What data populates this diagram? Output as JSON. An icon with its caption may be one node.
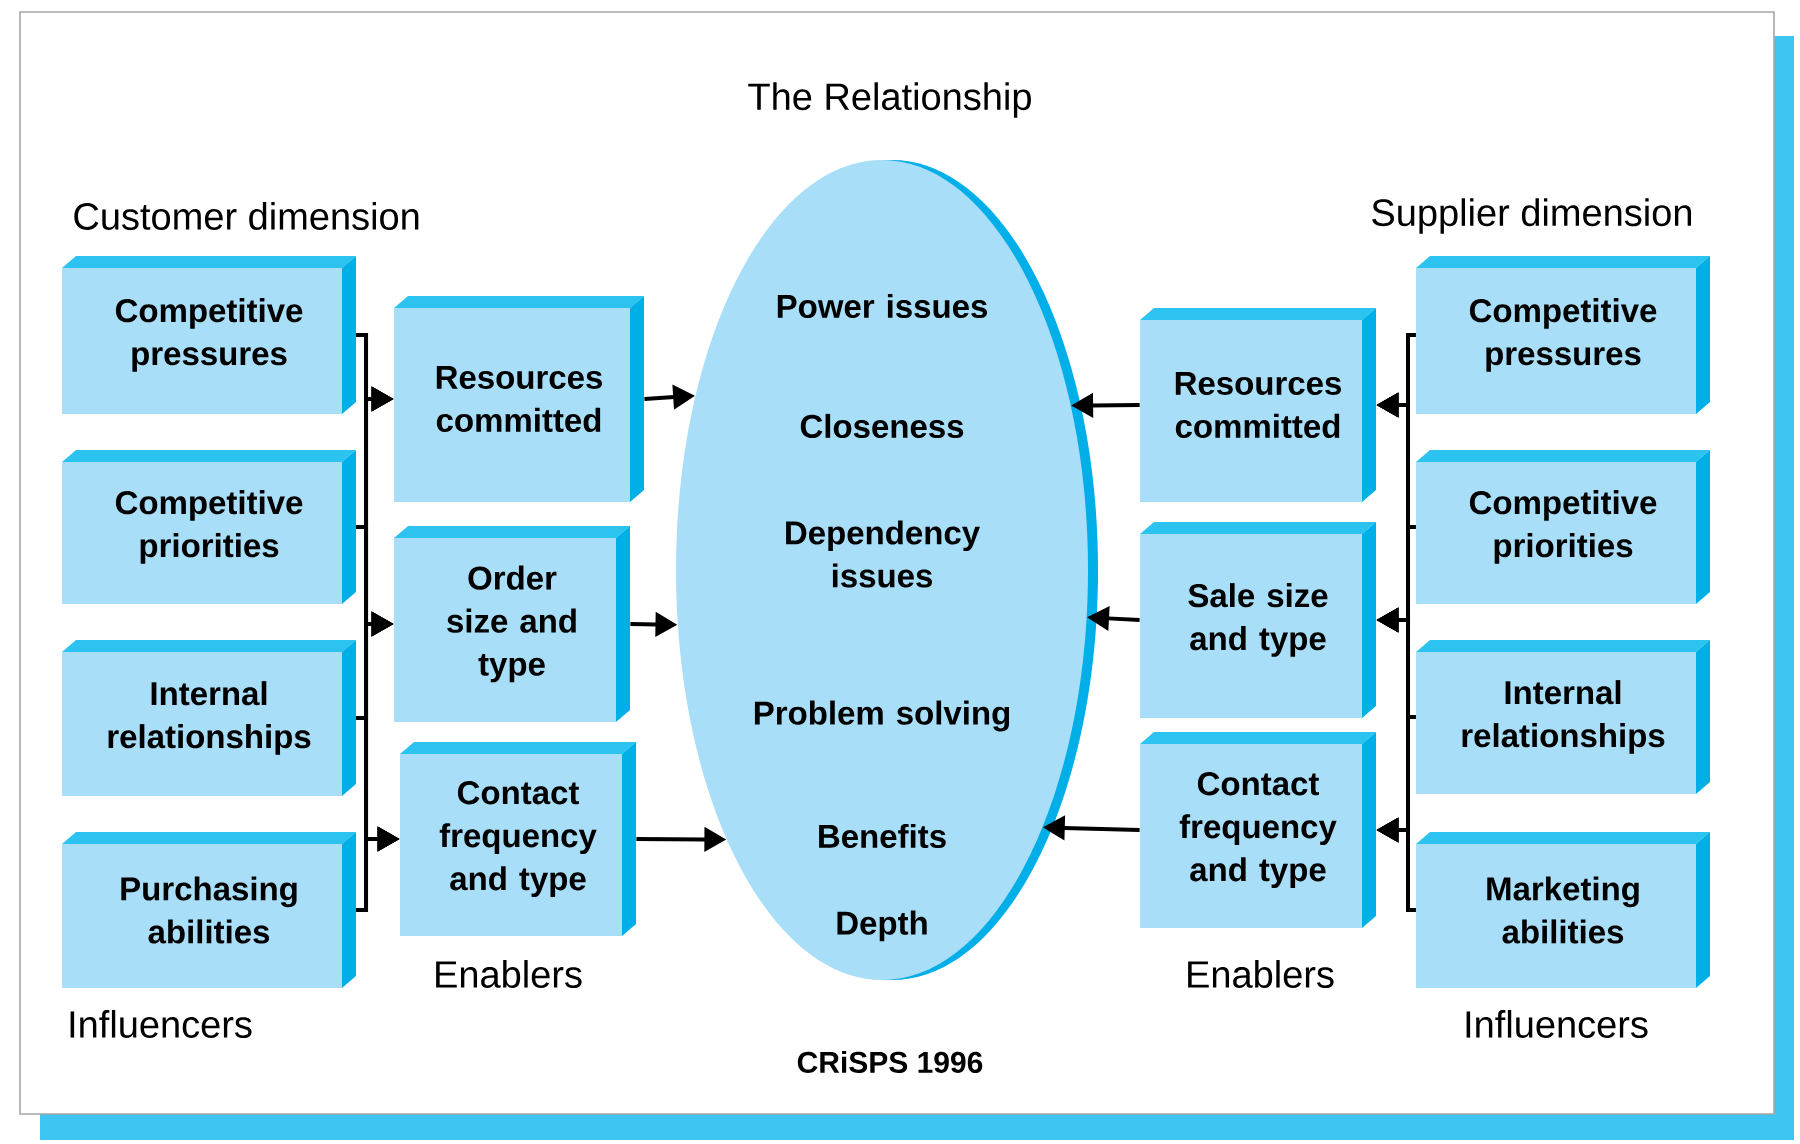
{
  "diagram": {
    "caption": "CRiSPS 1996",
    "nodes": [
      {
        "text": [
          "Competitive pressures"
        ]
      },
      {
        "text": [
          "Competitive priorities"
        ]
      },
      {
        "text": [
          "Internal relationships"
        ]
      },
      {
        "text": [
          "Purchasing abilities"
        ]
      },
      {
        "text": [
          "Resources committed"
        ]
      },
      {
        "text": [
          "Order size and type"
        ]
      },
      {
        "text": [
          "Contact frequency and type"
        ]
      },
      {
        "text": [
          "The Relationship",
          "Power issues",
          "Closeness",
          "Dependency issues",
          "Problem solving",
          "Benefits",
          "Depth"
        ]
      },
      {
        "text": [
          "Resources committed"
        ]
      },
      {
        "text": [
          "Sale size and type"
        ]
      },
      {
        "text": [
          "Contact frequency and type"
        ]
      },
      {
        "text": [
          "Competitive pressures"
        ]
      },
      {
        "text": [
          "Competitive priorities"
        ]
      },
      {
        "text": [
          "Internal relationships"
        ]
      },
      {
        "text": [
          "Marketing abilities"
        ]
      }
    ],
    "edges": [
      {
        "from": 0,
        "to": 4,
        "arrow": "to"
      },
      {
        "from": 0,
        "to": 5,
        "arrow": "to"
      },
      {
        "from": 0,
        "to": 6,
        "arrow": "to"
      },
      {
        "from": 1,
        "to": 4,
        "arrow": "to"
      },
      {
        "from": 1,
        "to": 5,
        "arrow": "to"
      },
      {
        "from": 1,
        "to": 6,
        "arrow": "to"
      },
      {
        "from": 2,
        "to": 4,
        "arrow": "to"
      },
      {
        "from": 2,
        "to": 5,
        "arrow": "to"
      },
      {
        "from": 2,
        "to": 6,
        "arrow": "to"
      },
      {
        "from": 3,
        "to": 4,
        "arrow": "to"
      },
      {
        "from": 3,
        "to": 5,
        "arrow": "to"
      },
      {
        "from": 3,
        "to": 6,
        "arrow": "to"
      },
      {
        "from": 4,
        "to": 7,
        "arrow": "to"
      },
      {
        "from": 5,
        "to": 7,
        "arrow": "to"
      },
      {
        "from": 6,
        "to": 7,
        "arrow": "to"
      },
      {
        "from": 8,
        "to": 7,
        "arrow": "to"
      },
      {
        "from": 9,
        "to": 7,
        "arrow": "to"
      },
      {
        "from": 10,
        "to": 7,
        "arrow": "to"
      },
      {
        "from": 11,
        "to": 8,
        "arrow": "to"
      },
      {
        "from": 11,
        "to": 9,
        "arrow": "to"
      },
      {
        "from": 11,
        "to": 10,
        "arrow": "to"
      },
      {
        "from": 12,
        "to": 8,
        "arrow": "to"
      },
      {
        "from": 12,
        "to": 9,
        "arrow": "to"
      },
      {
        "from": 12,
        "to": 10,
        "arrow": "to"
      },
      {
        "from": 13,
        "to": 8,
        "arrow": "to"
      },
      {
        "from": 13,
        "to": 9,
        "arrow": "to"
      },
      {
        "from": 13,
        "to": 10,
        "arrow": "to"
      },
      {
        "from": 14,
        "to": 8,
        "arrow": "to"
      },
      {
        "from": 14,
        "to": 9,
        "arrow": "to"
      },
      {
        "from": 14,
        "to": 10,
        "arrow": "to"
      }
    ],
    "labels": [
      "Customer dimension",
      "Supplier dimension",
      "Enablers",
      "Enablers",
      "Influencers",
      "Influencers"
    ]
  }
}
